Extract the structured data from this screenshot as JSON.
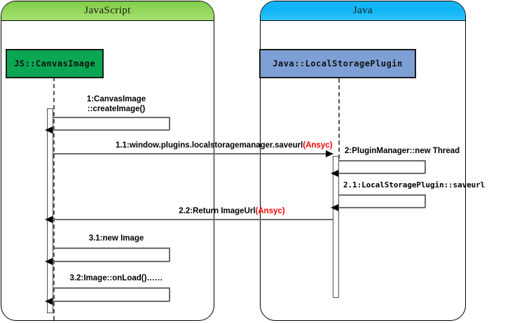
{
  "diagram": {
    "type": "sequence-diagram",
    "colors": {
      "js_header_top": "#7fcc4a",
      "js_header_bottom": "#a7e06e",
      "java_header_top": "#18b6f5",
      "java_header_bottom": "#2ec6fb",
      "js_box_fill": "#0aa653",
      "java_box_fill": "#7e9fd6",
      "line": "#6b6b6b",
      "async_tag": "#ff0000"
    }
  },
  "panels": [
    {
      "name": "javascript",
      "title": "JavaScript"
    },
    {
      "name": "java",
      "title": "Java"
    }
  ],
  "participants": [
    {
      "name": "js-canvasimage",
      "label": "JS::CanvasImage"
    },
    {
      "name": "java-localstorageplugin",
      "label": "Java::LocalStoragePlugin"
    }
  ],
  "messages": [
    {
      "id": "1",
      "name": "message-1-canvasimage-createimage",
      "kind": "self-call",
      "actor": "js-canvasimage",
      "label_line1": "1:CanvasImage",
      "label_line2": "::createImage()"
    },
    {
      "id": "1.1",
      "name": "message-1-1-saveurl",
      "kind": "call",
      "from": "js-canvasimage",
      "to": "java-localstorageplugin",
      "label": "1.1:window.plugins.localstoragemanager.saveurl",
      "async_tag": "(Ansyc)"
    },
    {
      "id": "2",
      "name": "message-2-pluginmanager-new-thread",
      "kind": "self-call",
      "actor": "java-localstorageplugin",
      "label": "2:PluginManager::new Thread"
    },
    {
      "id": "2.1",
      "name": "message-2-1-localstorageplugin-saveurl",
      "kind": "self-call",
      "actor": "java-localstorageplugin",
      "label": "2.1:LocalStoragePlugin::saveurl"
    },
    {
      "id": "2.2",
      "name": "message-2-2-return-imageurl",
      "kind": "return",
      "from": "java-localstorageplugin",
      "to": "js-canvasimage",
      "label": "2.2:Return ImageUrl",
      "async_tag": "(Ansyc)"
    },
    {
      "id": "3.1",
      "name": "message-3-1-new-image",
      "kind": "self-call",
      "actor": "js-canvasimage",
      "label": "3.1:new Image"
    },
    {
      "id": "3.2",
      "name": "message-3-2-image-onload",
      "kind": "self-call",
      "actor": "js-canvasimage",
      "label": "3.2:Image::onLoad()……"
    }
  ]
}
